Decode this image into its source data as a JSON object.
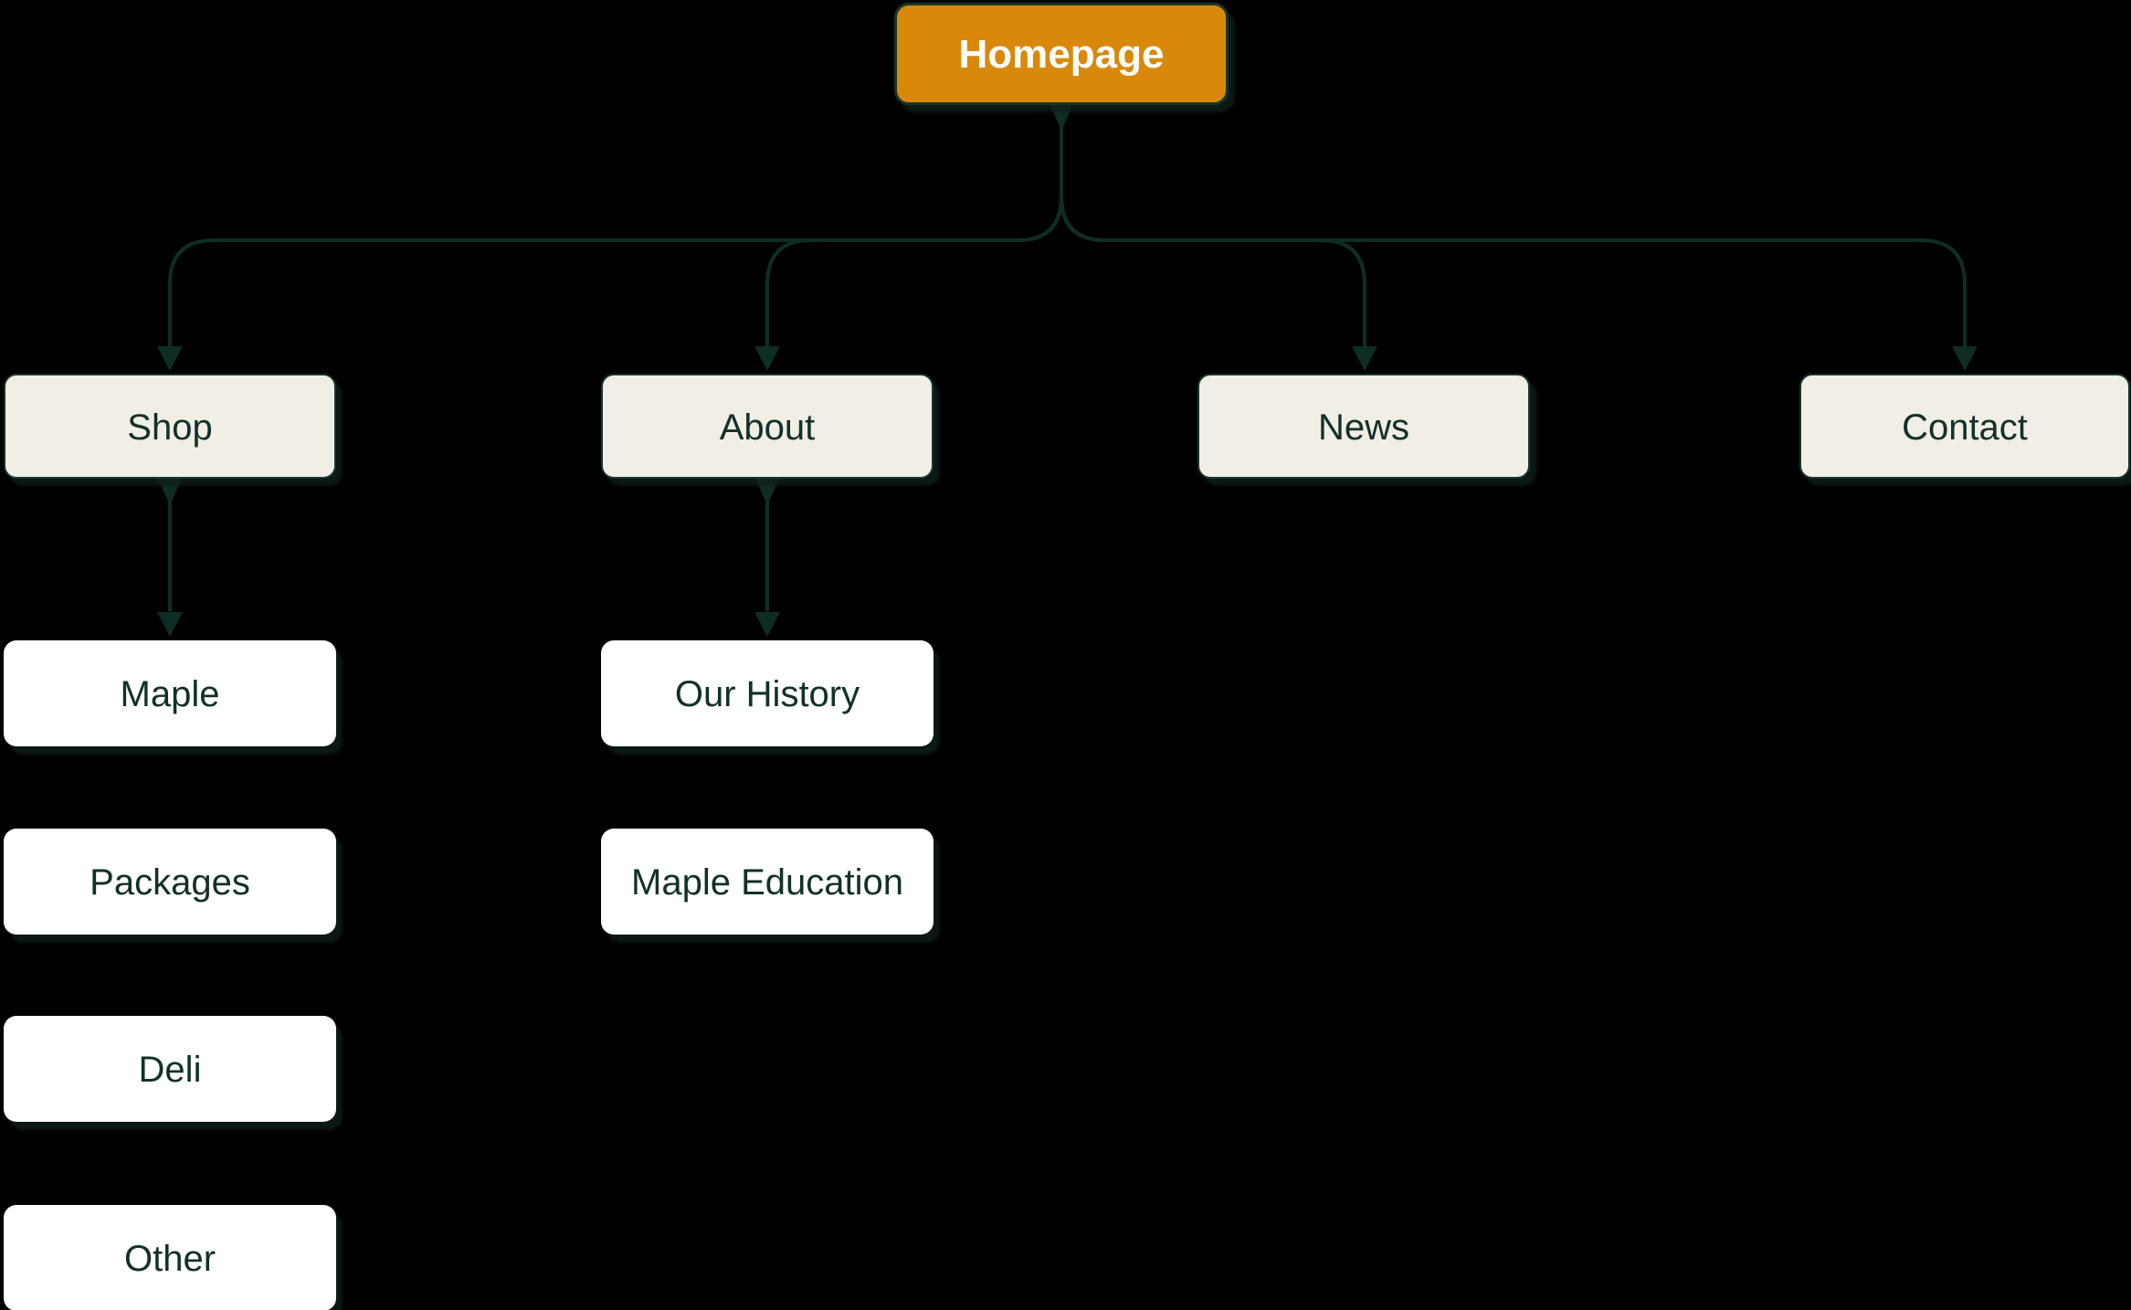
{
  "diagram": {
    "type": "sitemap-flowchart",
    "root": {
      "label": "Homepage"
    },
    "level1": [
      {
        "label": "Shop"
      },
      {
        "label": "About"
      },
      {
        "label": "News"
      },
      {
        "label": "Contact"
      }
    ],
    "shop_children": [
      {
        "label": "Maple"
      },
      {
        "label": "Packages"
      },
      {
        "label": "Deli"
      },
      {
        "label": "Other"
      }
    ],
    "about_children": [
      {
        "label": "Our History"
      },
      {
        "label": "Maple Education"
      }
    ]
  },
  "colors": {
    "background": "#000000",
    "root_fill": "#D8890C",
    "root_text": "#FDFCF8",
    "section_fill": "#F1EEE5",
    "page_fill": "#FFFFFF",
    "node_text": "#13302A",
    "connector": "#0F2D27",
    "node_border": "#17362E"
  }
}
